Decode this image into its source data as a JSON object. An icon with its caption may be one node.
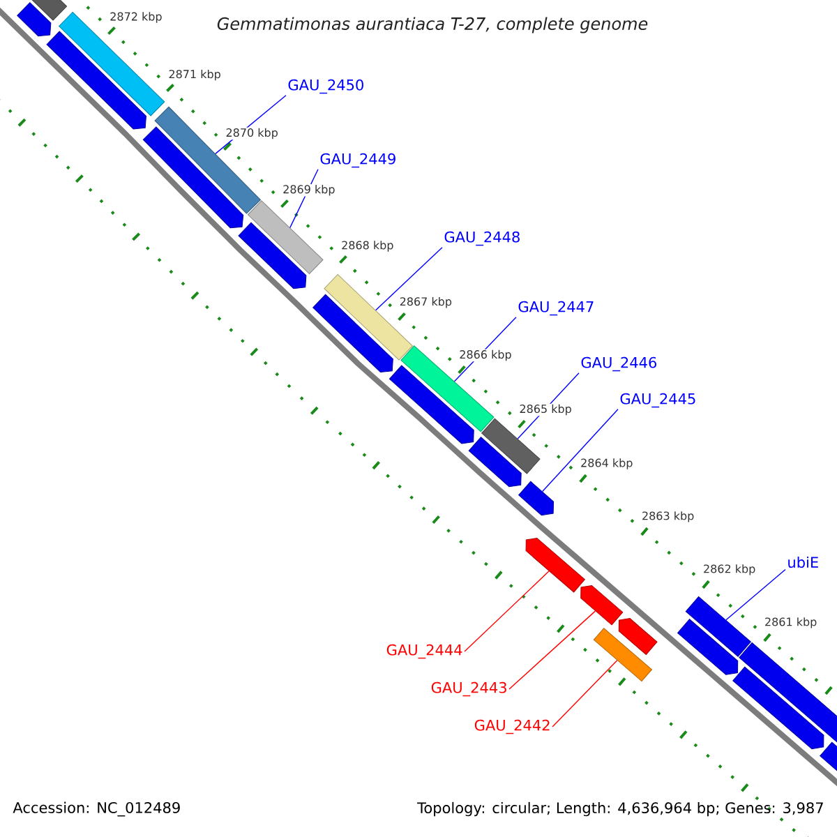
{
  "diagram": {
    "title": "Gemmatimonas aurantiaca T-27, complete genome",
    "nodes": [
      {
        "text": [],
        "shape": "bar"
      },
      {
        "text": [],
        "shape": "arrow"
      },
      {
        "text": [],
        "shape": "bar"
      },
      {
        "text": [],
        "shape": "arrow"
      },
      {
        "text": [],
        "shape": "bar"
      },
      {
        "text": [],
        "shape": "arrow"
      },
      {
        "text": [],
        "shape": "bar"
      },
      {
        "text": [],
        "shape": "arrow"
      },
      {
        "text": [],
        "shape": "bar"
      },
      {
        "text": [],
        "shape": "arrow"
      },
      {
        "text": [],
        "shape": "bar"
      },
      {
        "text": [],
        "shape": "arrow"
      },
      {
        "text": [],
        "shape": "bar"
      },
      {
        "text": [],
        "shape": "arrow"
      },
      {
        "text": [],
        "shape": "arrow"
      },
      {
        "text": [],
        "shape": "arrow"
      },
      {
        "text": [],
        "shape": "arrow"
      },
      {
        "text": [],
        "shape": "bar"
      },
      {
        "text": [],
        "shape": "arrow"
      },
      {
        "text": [],
        "shape": "bar"
      },
      {
        "text": [],
        "shape": "arrow"
      },
      {
        "text": [],
        "shape": "bar"
      },
      {
        "text": [],
        "shape": "arrow"
      },
      {
        "text": [],
        "shape": "arrow"
      },
      {
        "text": [
          "GAU_2450"
        ]
      },
      {
        "text": [
          "GAU_2449"
        ]
      },
      {
        "text": [
          "GAU_2448"
        ]
      },
      {
        "text": [
          "GAU_2447"
        ]
      },
      {
        "text": [
          "GAU_2446"
        ]
      },
      {
        "text": [
          "GAU_2445"
        ]
      },
      {
        "text": [
          "ubiE"
        ]
      },
      {
        "text": [
          "GAU_2444"
        ]
      },
      {
        "text": [
          "GAU_2443"
        ]
      },
      {
        "text": [
          "GAU_2442"
        ]
      }
    ],
    "edges": [
      {
        "from": 24,
        "to": 4,
        "arrow": "none"
      },
      {
        "from": 25,
        "to": 6,
        "arrow": "none"
      },
      {
        "from": 26,
        "to": 8,
        "arrow": "none"
      },
      {
        "from": 27,
        "to": 10,
        "arrow": "none"
      },
      {
        "from": 28,
        "to": 12,
        "arrow": "none"
      },
      {
        "from": 29,
        "to": 14,
        "arrow": "none"
      },
      {
        "from": 30,
        "to": 19,
        "arrow": "none"
      },
      {
        "from": 31,
        "to": 15,
        "arrow": "none",
        "color": "#ff0000"
      },
      {
        "from": 32,
        "to": 16,
        "arrow": "none",
        "color": "#ff0000"
      },
      {
        "from": 33,
        "to": 17,
        "arrow": "none",
        "color": "#ff0000"
      }
    ],
    "labels": [
      "2872 kbp",
      "2871 kbp",
      "2870 kbp",
      "2869 kbp",
      "2868 kbp",
      "2867 kbp",
      "2866 kbp",
      "2865 kbp",
      "2864 kbp",
      "2863 kbp",
      "2862 kbp",
      "2861 kbp",
      "Accession: NC_012489",
      "Topology: circular; Length: 4,636,964 bp; Genes: 3,987"
    ]
  }
}
